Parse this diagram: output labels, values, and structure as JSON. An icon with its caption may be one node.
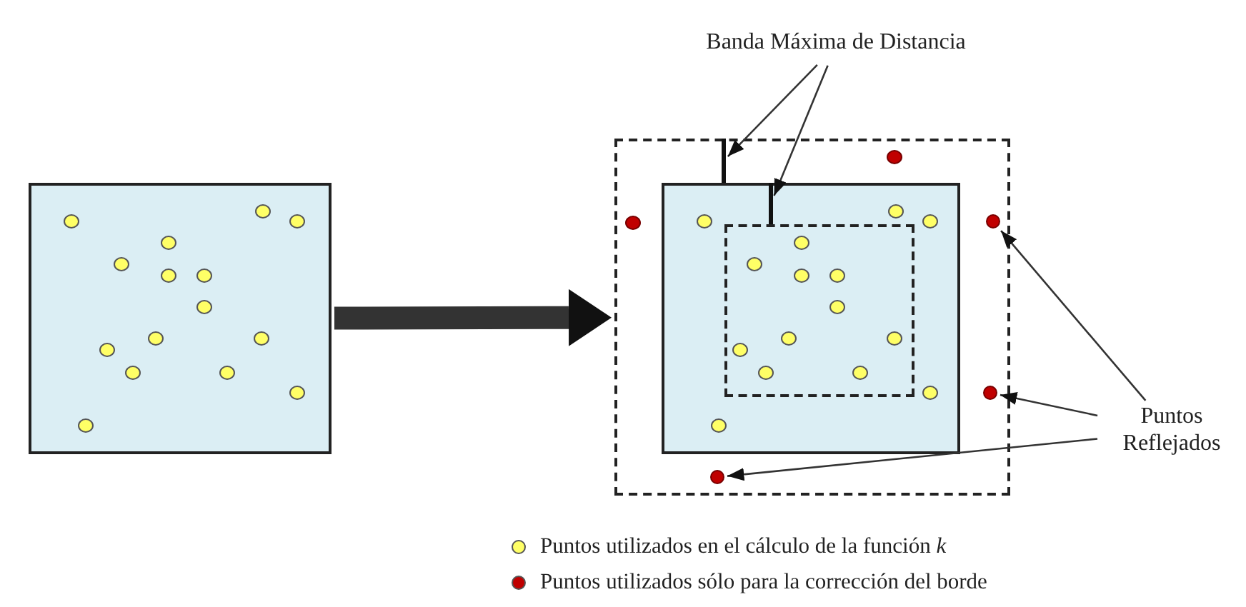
{
  "diagram": {
    "nodes": [
      {
        "text": [],
        "shape": "box"
      },
      {
        "text": [],
        "shape": "box"
      },
      {
        "text": [],
        "shape": "box",
        "in": 1
      },
      {
        "text": [],
        "shape": "box",
        "in": 2
      },
      {
        "text": [
          "Banda Máxima de Distancia"
        ]
      },
      {
        "text": [],
        "shape": "bar",
        "in": 1
      },
      {
        "text": [],
        "shape": "bar",
        "in": 2
      },
      {
        "text": [
          "Puntos Reflejados"
        ]
      },
      {
        "text": [],
        "shape": "circle",
        "in": 1
      },
      {
        "text": [],
        "shape": "circle",
        "in": 1
      },
      {
        "text": [],
        "shape": "circle",
        "in": 1
      }
    ],
    "edges": [
      {
        "from": 0,
        "to": 1,
        "arrow": "to",
        "style": "thick"
      },
      {
        "from": 4,
        "to": 5,
        "arrow": "to"
      },
      {
        "from": 4,
        "to": 6,
        "arrow": "to"
      },
      {
        "from": 7,
        "to": 8,
        "arrow": "to"
      },
      {
        "from": 7,
        "to": 9,
        "arrow": "to"
      },
      {
        "from": 7,
        "to": 10,
        "arrow": "to"
      }
    ],
    "legend": [
      {
        "text": "Puntos utilizados en el cálculo de la función *k*",
        "color": "#ffff66"
      },
      {
        "text": "Puntos utilizados sólo para la corrección del borde",
        "color": "#c00000"
      }
    ]
  }
}
